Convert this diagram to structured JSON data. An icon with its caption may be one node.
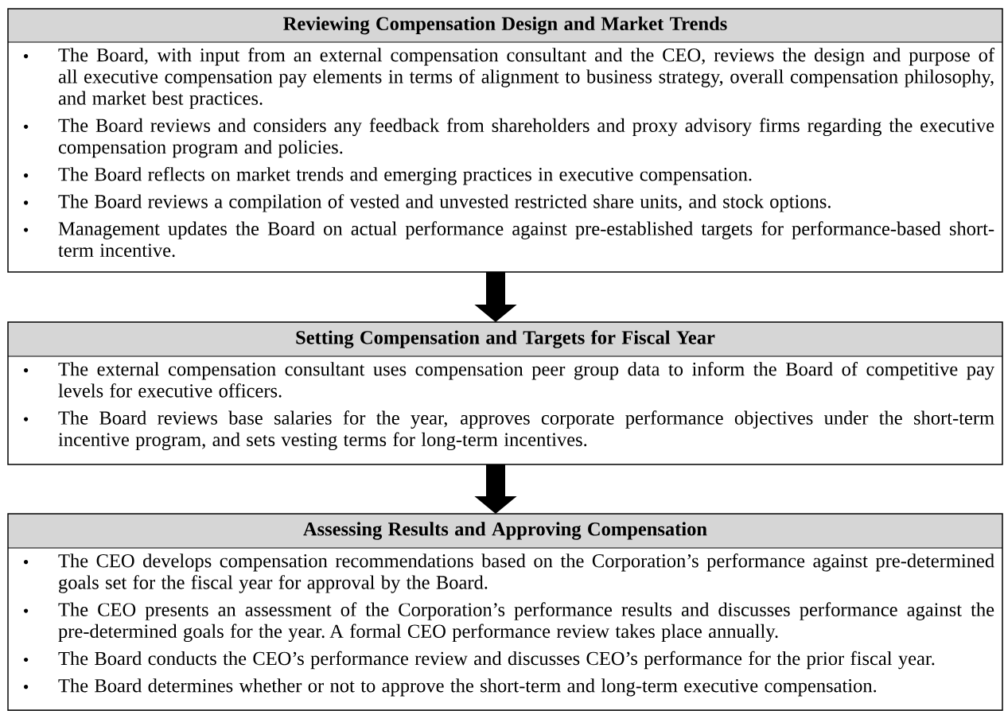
{
  "diagram": {
    "nodes": [
      {
        "text": [
          "Reviewing Compensation Design and Market Trends",
          "The Board, with input from an external compensation consultant and the CEO, reviews the design and purpose of all executive compensation pay elements in terms of alignment to business strategy, overall compensation philosophy, and market best practices.",
          "The Board reviews and considers any feedback from shareholders and proxy advisory firms regarding the executive compensation program and policies.",
          "The Board reflects on market trends and emerging practices in executive compensation.",
          "The Board reviews a compilation of vested and unvested restricted share units, and stock options.",
          "Management updates the Board on actual performance against pre-established targets for performance-based short-term incentive."
        ]
      },
      {
        "text": [
          "Setting Compensation and Targets for Fiscal Year",
          "The external compensation consultant uses compensation peer group data to inform the Board of competitive pay levels for executive officers.",
          "The Board reviews base salaries for the year, approves corporate performance objectives under the short-term incentive program, and sets vesting terms for long-term incentives."
        ]
      },
      {
        "text": [
          "Assessing Results and Approving Compensation",
          "The CEO develops compensation recommendations based on the Corporation’s performance against pre-determined goals set for the fiscal year for approval by the Board.",
          "The CEO presents an assessment of the Corporation’s performance results and discusses performance against the pre-determined goals for the year. A formal CEO performance review takes place annually.",
          "The Board conducts the CEO’s performance review and discusses CEO’s performance for the prior fiscal year.",
          "The Board determines whether or not to approve the short-term and long-term executive compensation."
        ]
      }
    ],
    "edges": [
      {
        "from": 0,
        "to": 1,
        "arrow": "to"
      },
      {
        "from": 1,
        "to": 2,
        "arrow": "to"
      }
    ]
  }
}
